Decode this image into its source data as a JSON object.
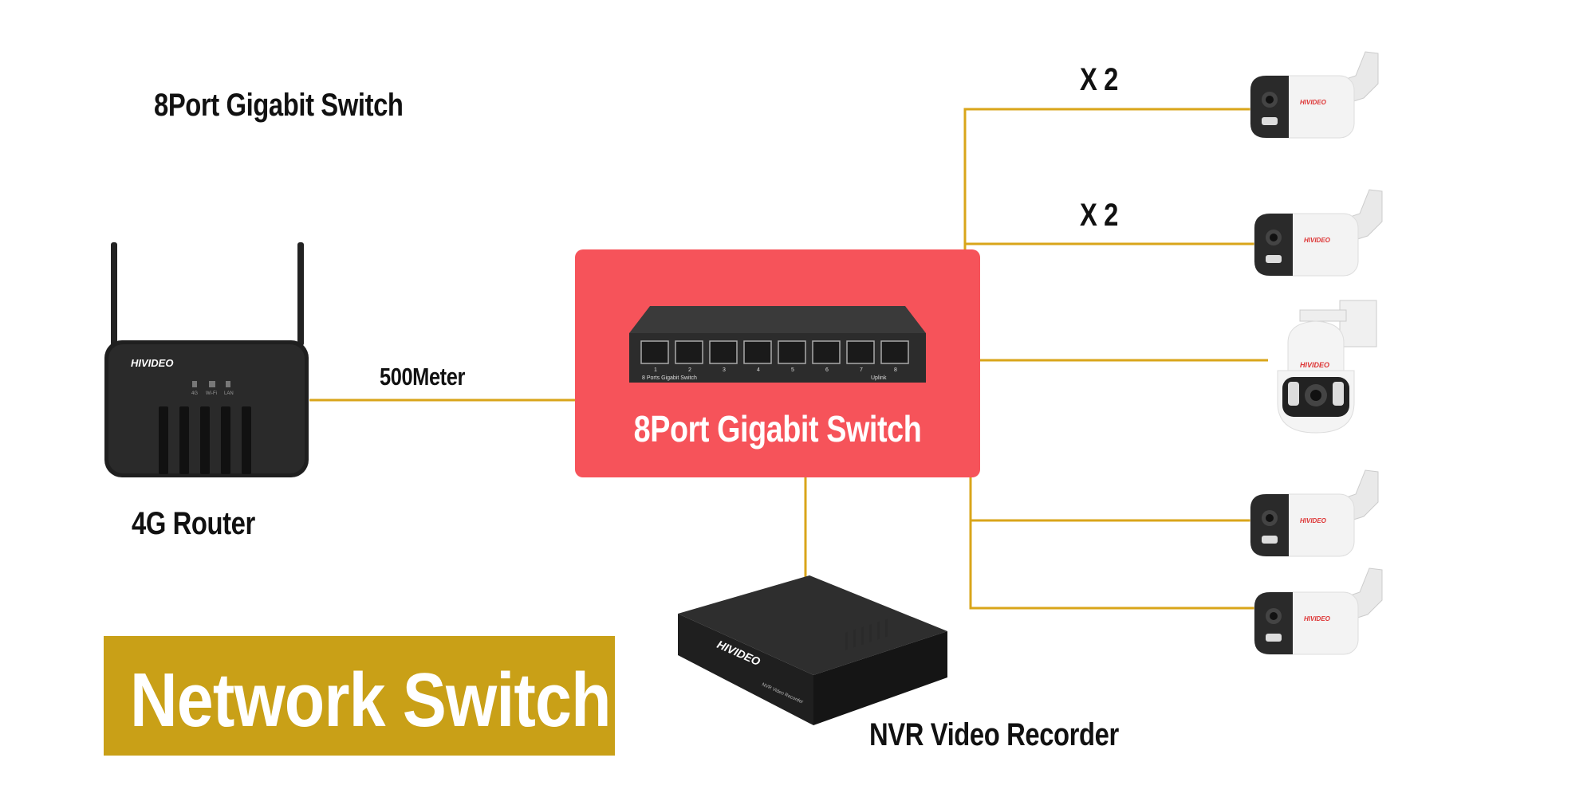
{
  "labels": {
    "top_title": "8Port Gigabit Switch",
    "router": "4G Router",
    "distance": "500Meter",
    "switch_caption": "8Port Gigabit Switch",
    "count_1": "X 2",
    "count_2": "X 2",
    "nvr": "NVR Video Recorder",
    "banner": "Network Switch"
  },
  "devices": {
    "router_brand": "HIVIDEO",
    "router_indicators": [
      "4G",
      "Wi-Fi",
      "LAN"
    ],
    "switch_ports": [
      "1",
      "2",
      "3",
      "4",
      "5",
      "6",
      "7",
      "8"
    ],
    "switch_model": "8 Ports Gigabit Switch",
    "switch_uplink": "Uplink",
    "nvr_brand": "HIVIDEO",
    "nvr_sub": "NVR Video Recorder",
    "camera_brand": "HIVIDEO"
  },
  "colors": {
    "wire": "#d9a51a",
    "switch_panel": "#f6535a",
    "banner": "#c9a017",
    "device_dark": "#1f1f1f"
  }
}
